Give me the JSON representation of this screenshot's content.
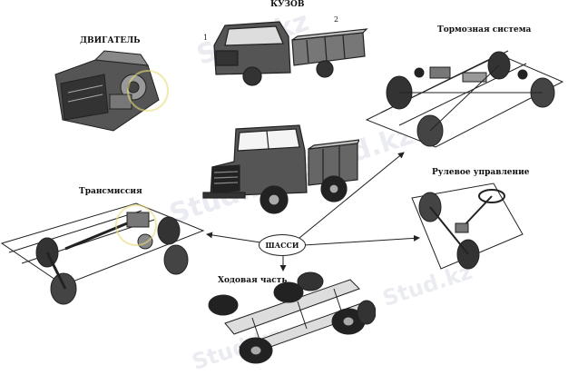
{
  "labels": {
    "body": "КУЗОВ",
    "engine": "ДВИГАТЕЛЬ",
    "brakes": "Тормозная система",
    "transmission": "Трансмиссия",
    "steering": "Рулевое управление",
    "running_gear": "Ходовая часть",
    "chassis": "ШАССИ"
  },
  "callouts": {
    "one": "1",
    "two": "2"
  },
  "watermark": "Stud.kz",
  "colors": {
    "line": "#222222",
    "watermark": "#a0aabe"
  }
}
